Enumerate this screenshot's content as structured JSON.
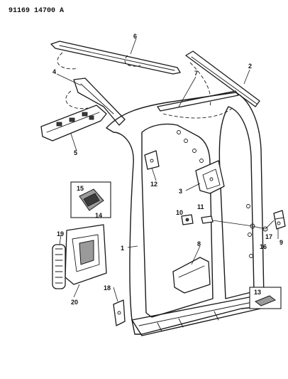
{
  "header": {
    "reference": "91169 14700 A"
  },
  "callouts": {
    "c1": "1",
    "c2": "2",
    "c3": "3",
    "c4": "4",
    "c5": "5",
    "c6": "6",
    "c7": "7",
    "c8": "8",
    "c9": "9",
    "c10": "10",
    "c11": "11",
    "c12": "12",
    "c13": "13",
    "c14": "14",
    "c15": "15",
    "c16": "16",
    "c17": "17",
    "c18": "18",
    "c19": "19",
    "c20": "20"
  }
}
